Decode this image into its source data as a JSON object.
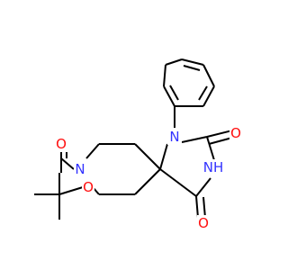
{
  "molecule": {
    "colors": {
      "bond": "#000000",
      "nitrogen": "#3333ff",
      "oxygen": "#ff0d0d",
      "background": "#ffffff"
    },
    "labels": {
      "n_phenyl": "N",
      "n_imide": "NH",
      "n_piperidine": "N",
      "o_carbonyl_top": "O",
      "o_carbonyl_bottom": "O",
      "o_carbamate_double": "O",
      "o_carbamate_ester": "O"
    }
  }
}
